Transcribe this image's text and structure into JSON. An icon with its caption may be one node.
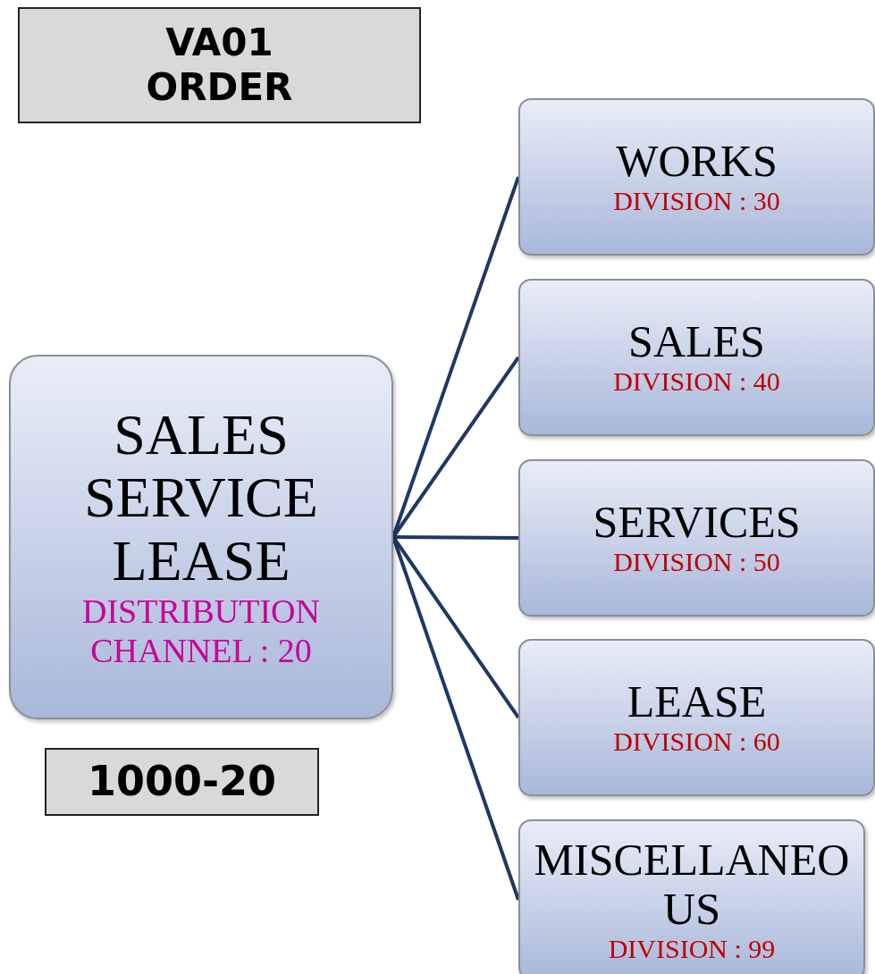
{
  "diagram": {
    "nodes": [
      {
        "text": [
          "VA01 ORDER"
        ]
      },
      {
        "text": [
          "SALES SERVICE LEASE",
          "DISTRIBUTION CHANNEL : 20"
        ]
      },
      {
        "text": [
          "1000-20"
        ]
      },
      {
        "text": [
          "WORKS",
          "DIVISION : 30"
        ]
      },
      {
        "text": [
          "SALES",
          "DIVISION : 40"
        ]
      },
      {
        "text": [
          "SERVICES",
          "DIVISION : 50"
        ]
      },
      {
        "text": [
          "LEASE",
          "DIVISION : 60"
        ]
      },
      {
        "text": [
          "MISCELLANEOUS",
          "DIVISION : 99"
        ]
      }
    ],
    "edges": [
      {
        "from": 1,
        "to": 3,
        "arrow": "none"
      },
      {
        "from": 1,
        "to": 4,
        "arrow": "none"
      },
      {
        "from": 1,
        "to": 5,
        "arrow": "none"
      },
      {
        "from": 1,
        "to": 6,
        "arrow": "none"
      },
      {
        "from": 1,
        "to": 7,
        "arrow": "none"
      }
    ]
  }
}
